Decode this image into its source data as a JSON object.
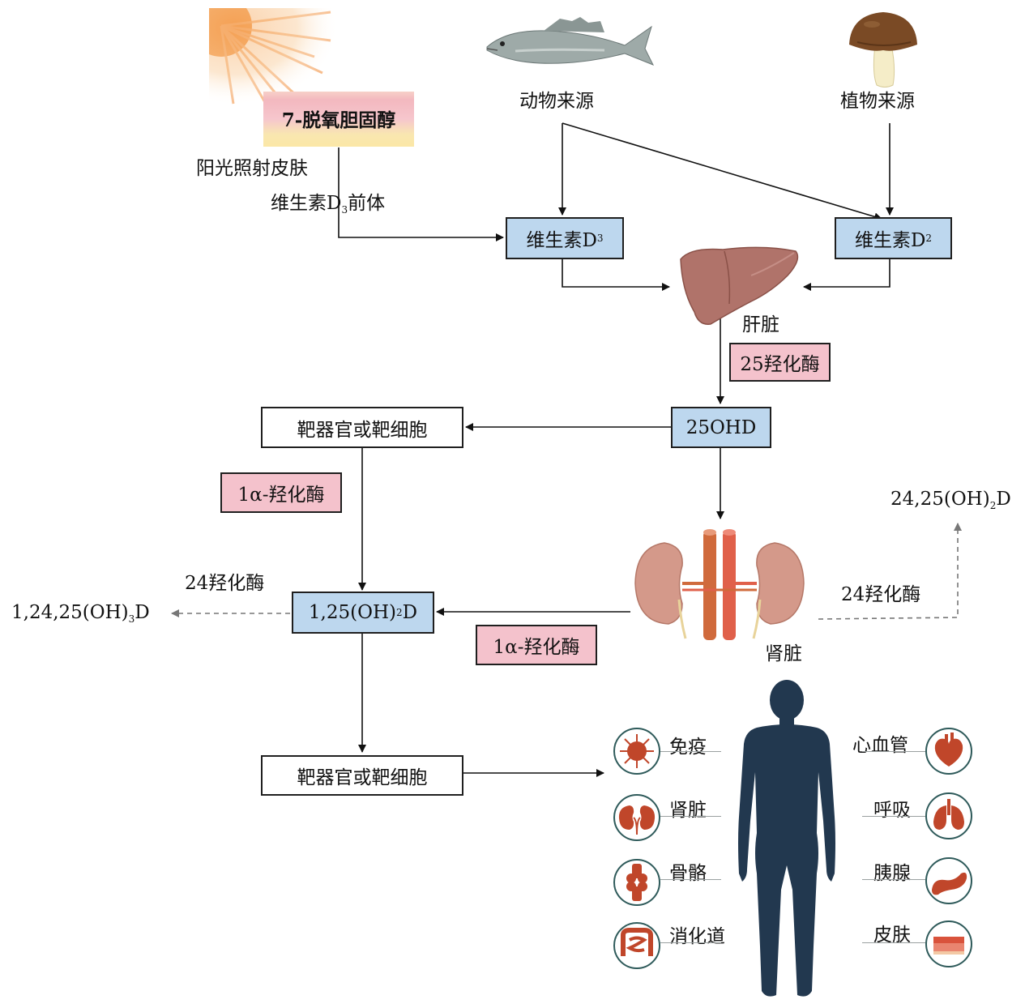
{
  "skin": {
    "label": "7-脱氧胆固醇",
    "sun_text": "阳光照射皮肤",
    "precursor_prefix": "维生素D",
    "precursor_sub": "3",
    "precursor_suffix": "前体"
  },
  "sources": {
    "animal": "动物来源",
    "plant": "植物来源"
  },
  "vitamins": {
    "d3_prefix": "维生素D",
    "d3_sub": "3",
    "d2_prefix": "维生素D",
    "d2_sub": "2"
  },
  "liver": {
    "label": "肝脏",
    "enzyme": "25羟化酶"
  },
  "ohd": "25OHD",
  "target_top": "靶器官或靶细胞",
  "enzyme_1a_left": "1α-羟化酶",
  "enzyme_1a_right": "1α-羟化酶",
  "kidney": {
    "label": "肾脏",
    "enzyme_24": "24羟化酶",
    "product_prefix": "24,25(OH)",
    "product_sub": "2",
    "product_suffix": "D"
  },
  "calcitriol": {
    "prefix": "1,25(OH)",
    "sub": "2",
    "suffix": "D"
  },
  "left_branch": {
    "enzyme": "24羟化酶",
    "product_prefix": "1,24,25(OH)",
    "product_sub": "3",
    "product_suffix": "D"
  },
  "target_bottom": "靶器官或靶细胞",
  "organs_left": [
    "免疫",
    "肾脏",
    "骨骼",
    "消化道"
  ],
  "organs_right": [
    "心血管",
    "呼吸",
    "胰腺",
    "皮肤"
  ],
  "colors": {
    "blue_box": "#bdd7ee",
    "pink_box": "#f4c2cc",
    "organ_red": "#c0462a",
    "body": "#22384f"
  },
  "icons": {
    "sun": "sun-icon",
    "fish": "fish-icon",
    "mushroom": "mushroom-icon",
    "liver": "liver-icon",
    "kidney": "kidneys-icon",
    "human": "human-body-icon"
  }
}
